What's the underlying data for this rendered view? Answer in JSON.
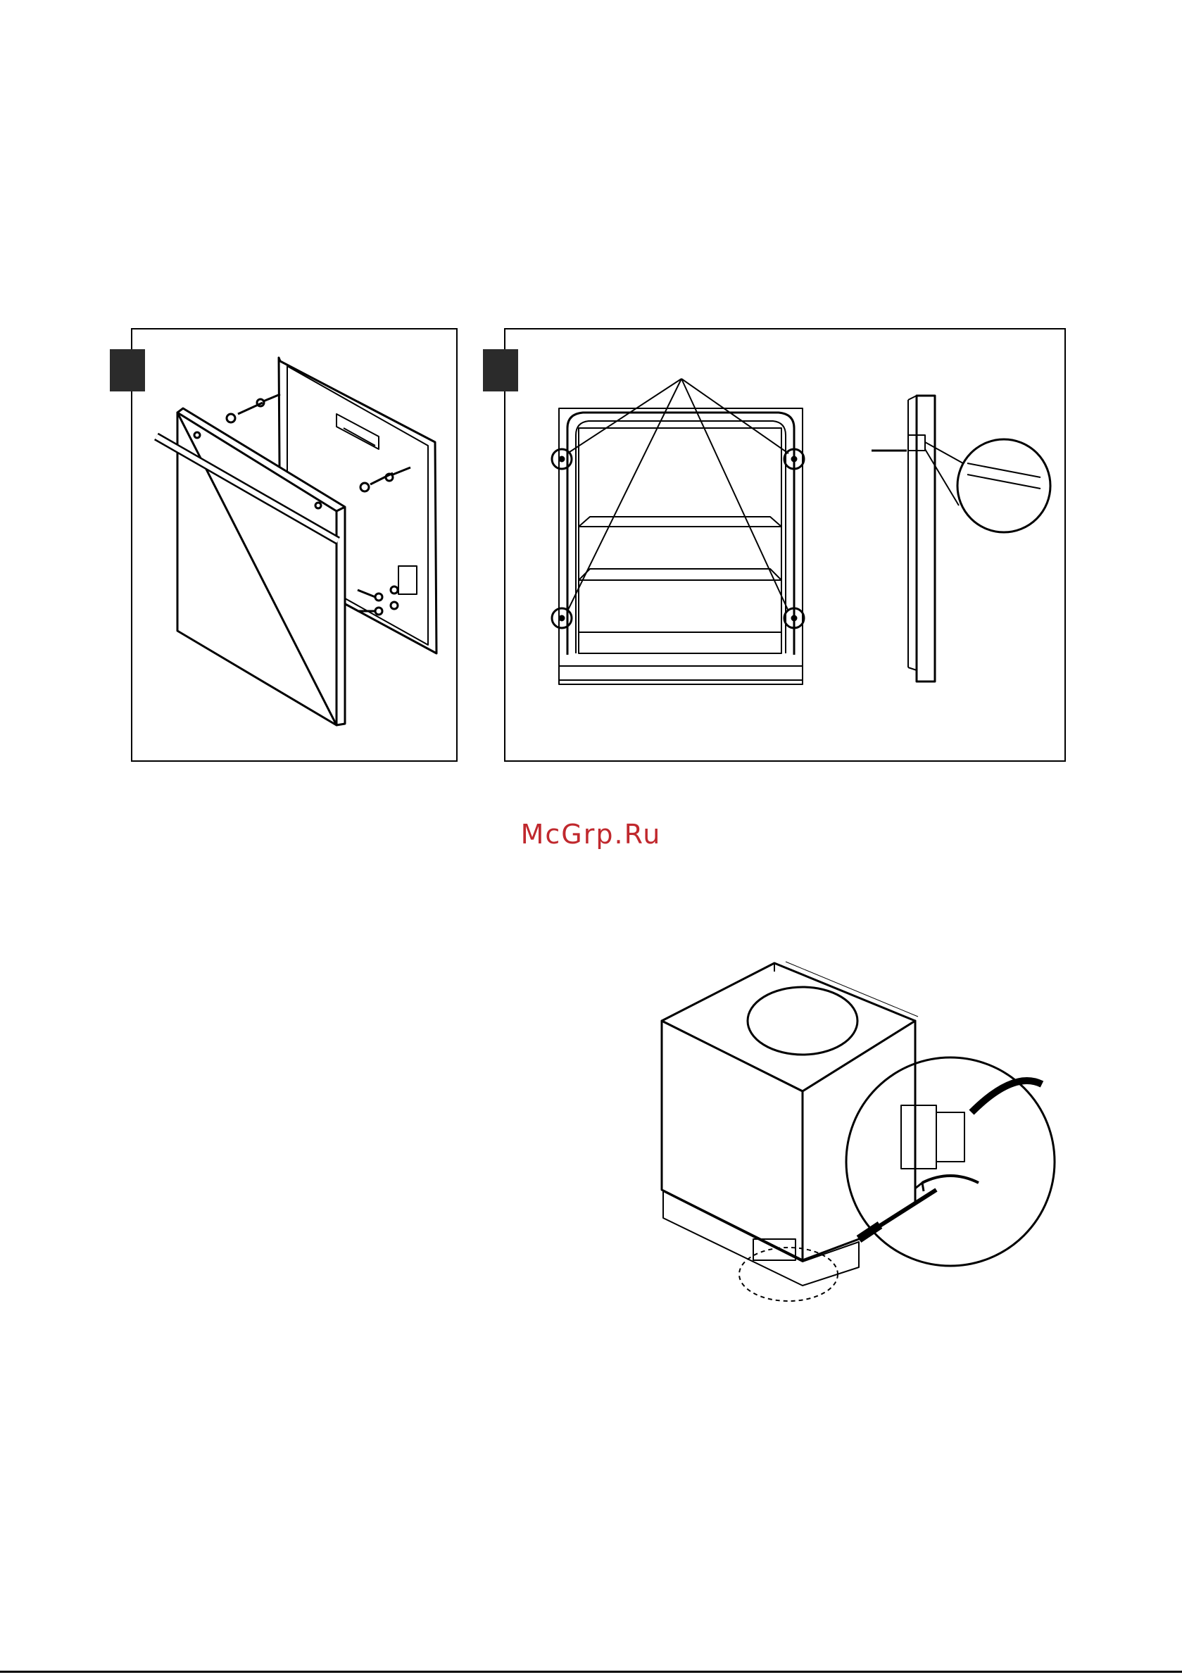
{
  "watermark": {
    "text": "McGrp.Ru",
    "color": "#c0282d"
  },
  "figures": [
    {
      "id": "step-1",
      "icon": "door-panel-assembly-illustration"
    },
    {
      "id": "step-2",
      "icon": "dishwasher-door-screw-points-illustration"
    },
    {
      "id": "step-3",
      "icon": "dishwasher-leveling-foot-adjust-illustration"
    }
  ]
}
